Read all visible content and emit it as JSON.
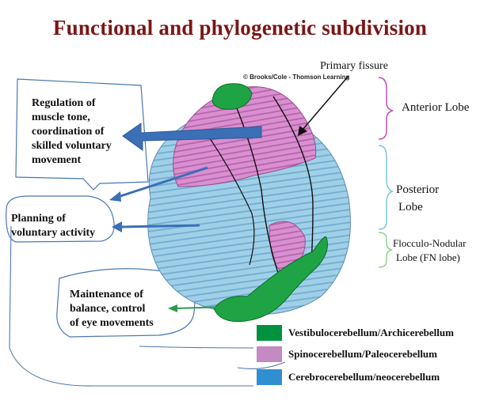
{
  "title": "Functional and phylogenetic subdivision",
  "credit": "© Brooks/Cole - Thomson Learning",
  "anatomy_labels": {
    "primary_fissure": "Primary fissure",
    "anterior_lobe": "Anterior Lobe",
    "posterior_lobe_line1": "Posterior",
    "posterior_lobe_line2": "Lobe",
    "flocculo_line1": "Flocculo-Nodular",
    "flocculo_line2": "Lobe (FN lobe)"
  },
  "functions": {
    "muscle_tone": [
      "Regulation of",
      "muscle tone,",
      "coordination of",
      "skilled voluntary",
      "movement"
    ],
    "planning": [
      "Planning of",
      "voluntary activity"
    ],
    "balance": [
      "Maintenance of",
      "balance, control",
      "of eye movements"
    ]
  },
  "legend": [
    {
      "label": "Vestibulocerebellum/Archicerebellum",
      "color": "#00923f"
    },
    {
      "label": "Spinocerebellum/Paleocerebellum",
      "color": "#c38ac4"
    },
    {
      "label": "Cerebrocerebellum/neocerebellum",
      "color": "#2f8fd0"
    }
  ],
  "colors": {
    "title": "#7b1616",
    "arrow": "#3b6fb6",
    "green_arrow": "#2f9a4a",
    "bracket_magenta": "#c14fb0",
    "bracket_blue": "#7cc4e6",
    "bracket_green": "#8fd48f"
  }
}
